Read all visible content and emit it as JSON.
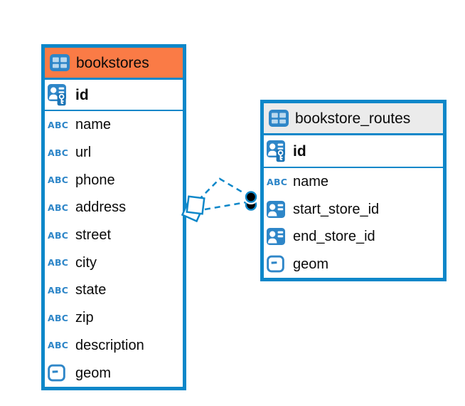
{
  "diagram": {
    "type": "entity-relationship",
    "background": "#ffffff"
  },
  "colors": {
    "table_border": "#0d87c9",
    "bookstores_header_bg": "#fa7b46",
    "bookstore_routes_header_bg": "#ebebeb",
    "icon_blue": "#2e86c8",
    "icon_cell_light": "#b9d8ee",
    "relationship_line": "#0d87c9",
    "endpoint_dot": "#000000",
    "text": "#0a0a0a"
  },
  "icons": {
    "text_glyph": "ABC"
  },
  "tables": [
    {
      "title": "bookstores",
      "primary_key": {
        "name": "id"
      },
      "fields": [
        {
          "name": "name",
          "type": "text"
        },
        {
          "name": "url",
          "type": "text"
        },
        {
          "name": "phone",
          "type": "text"
        },
        {
          "name": "address",
          "type": "text"
        },
        {
          "name": "street",
          "type": "text"
        },
        {
          "name": "city",
          "type": "text"
        },
        {
          "name": "state",
          "type": "text"
        },
        {
          "name": "zip",
          "type": "text"
        },
        {
          "name": "description",
          "type": "text"
        },
        {
          "name": "geom",
          "type": "geometry"
        }
      ]
    },
    {
      "title": "bookstore_routes",
      "primary_key": {
        "name": "id"
      },
      "fields": [
        {
          "name": "name",
          "type": "text"
        },
        {
          "name": "start_store_id",
          "type": "reference"
        },
        {
          "name": "end_store_id",
          "type": "reference"
        },
        {
          "name": "geom",
          "type": "geometry"
        }
      ]
    }
  ],
  "relationship": {
    "from": "bookstores",
    "to": "bookstore_routes",
    "style": "dashed",
    "line_count": 2
  }
}
